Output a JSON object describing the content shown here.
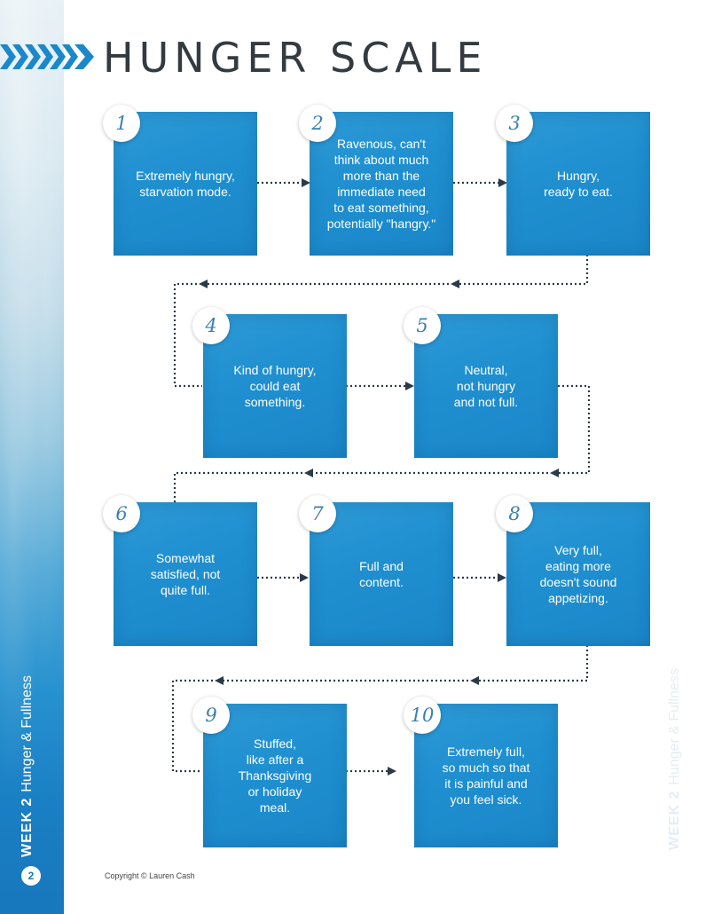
{
  "header": {
    "title": "HUNGER SCALE"
  },
  "sidebar": {
    "week_label": "WEEK 2",
    "topic_label": "Hunger & Fullness",
    "page_number": "2"
  },
  "footer": {
    "copyright": "Copyright © Lauren Cash"
  },
  "colors": {
    "box_blue": "#1f8fd0",
    "title_gray": "#333a40",
    "accent": "#1877bd"
  },
  "scale": [
    {
      "number": "1",
      "text": "Extremely hungry,\nstarvation mode."
    },
    {
      "number": "2",
      "text": "Ravenous, can't\nthink about much\nmore than the\nimmediate need\nto eat something,\npotentially \"hangry.\""
    },
    {
      "number": "3",
      "text": "Hungry,\nready to eat."
    },
    {
      "number": "4",
      "text": "Kind of hungry,\ncould eat\nsomething."
    },
    {
      "number": "5",
      "text": "Neutral,\nnot hungry\nand not full."
    },
    {
      "number": "6",
      "text": "Somewhat\nsatisfied, not\nquite full."
    },
    {
      "number": "7",
      "text": "Full and\ncontent."
    },
    {
      "number": "8",
      "text": "Very full,\neating more\ndoesn't sound\nappetizing."
    },
    {
      "number": "9",
      "text": "Stuffed,\nlike after a\nThanksgiving\nor holiday\nmeal."
    },
    {
      "number": "10",
      "text": "Extremely full,\nso much so that\nit is painful and\nyou feel sick."
    }
  ]
}
